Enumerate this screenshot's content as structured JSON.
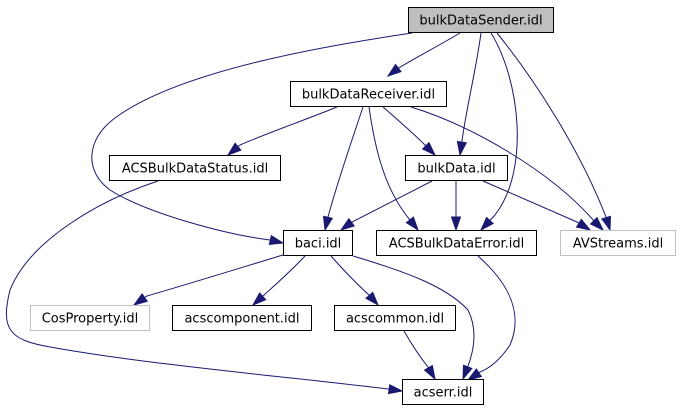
{
  "diagram": {
    "type": "include-dependency-graph",
    "edge_color": "#191970",
    "root_fill": "#bfbfbf",
    "external_border": "#bfbfbf",
    "nodes": [
      {
        "id": "bulkDataSender",
        "label": "bulkDataSender.idl",
        "style": "root"
      },
      {
        "id": "bulkDataReceiver",
        "label": "bulkDataReceiver.idl",
        "style": "normal"
      },
      {
        "id": "ACSBulkDataStatus",
        "label": "ACSBulkDataStatus.idl",
        "style": "normal"
      },
      {
        "id": "bulkData",
        "label": "bulkData.idl",
        "style": "normal"
      },
      {
        "id": "baci",
        "label": "baci.idl",
        "style": "normal"
      },
      {
        "id": "ACSBulkDataError",
        "label": "ACSBulkDataError.idl",
        "style": "normal"
      },
      {
        "id": "AVStreams",
        "label": "AVStreams.idl",
        "style": "external"
      },
      {
        "id": "CosProperty",
        "label": "CosProperty.idl",
        "style": "external"
      },
      {
        "id": "acscomponent",
        "label": "acscomponent.idl",
        "style": "normal"
      },
      {
        "id": "acscommon",
        "label": "acscommon.idl",
        "style": "normal"
      },
      {
        "id": "acserr",
        "label": "acserr.idl",
        "style": "normal"
      }
    ],
    "edges": [
      {
        "from": "bulkDataSender",
        "to": "bulkDataReceiver"
      },
      {
        "from": "bulkDataSender",
        "to": "baci"
      },
      {
        "from": "bulkDataSender",
        "to": "bulkData"
      },
      {
        "from": "bulkDataSender",
        "to": "ACSBulkDataError"
      },
      {
        "from": "bulkDataSender",
        "to": "AVStreams"
      },
      {
        "from": "bulkDataReceiver",
        "to": "ACSBulkDataStatus"
      },
      {
        "from": "bulkDataReceiver",
        "to": "baci"
      },
      {
        "from": "bulkDataReceiver",
        "to": "ACSBulkDataError"
      },
      {
        "from": "bulkDataReceiver",
        "to": "bulkData"
      },
      {
        "from": "bulkDataReceiver",
        "to": "AVStreams"
      },
      {
        "from": "ACSBulkDataStatus",
        "to": "acserr"
      },
      {
        "from": "bulkData",
        "to": "baci"
      },
      {
        "from": "bulkData",
        "to": "ACSBulkDataError"
      },
      {
        "from": "bulkData",
        "to": "AVStreams"
      },
      {
        "from": "baci",
        "to": "CosProperty"
      },
      {
        "from": "baci",
        "to": "acscomponent"
      },
      {
        "from": "baci",
        "to": "acscommon"
      },
      {
        "from": "baci",
        "to": "acserr"
      },
      {
        "from": "ACSBulkDataError",
        "to": "acserr"
      },
      {
        "from": "acscommon",
        "to": "acserr"
      }
    ]
  }
}
